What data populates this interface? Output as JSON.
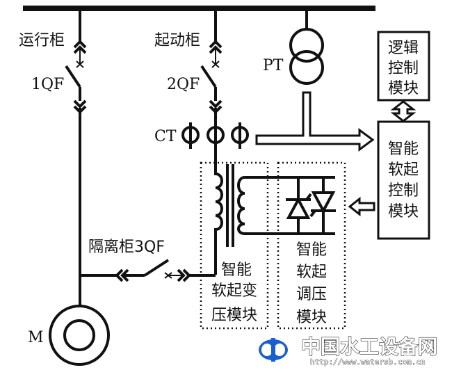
{
  "diagram": {
    "labels": {
      "run_cabinet": "运行柜",
      "start_cabinet": "起动柜",
      "breaker_1": "1QF",
      "breaker_2": "2QF",
      "pt": "PT",
      "ct": "CT",
      "isolation_cabinet": "隔离柜3QF",
      "motor": "M"
    },
    "modules": {
      "logic_control": [
        "逻辑",
        "控制",
        "模块"
      ],
      "soft_start_control": [
        "智能",
        "软起",
        "控制",
        "模块"
      ],
      "soft_start_transformer": [
        "智能",
        "软起变",
        "压模块"
      ],
      "soft_start_regulator": [
        "智能",
        "软起",
        "调压",
        "模块"
      ]
    },
    "watermark": {
      "title": "中国水工设备网",
      "url": "http://www.watersb.com.cn",
      "logo_color": "#1a5fd0"
    }
  }
}
